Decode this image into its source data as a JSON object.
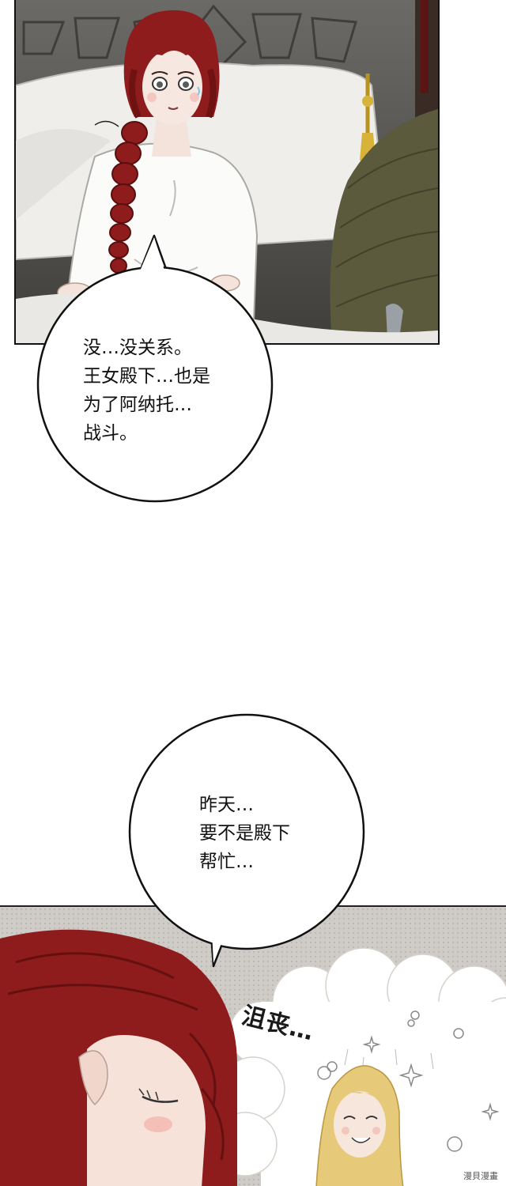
{
  "panel1": {
    "bubble": {
      "lines": [
        "没…没关系。",
        "王女殿下…也是",
        "为了阿纳托…",
        "战斗。"
      ]
    }
  },
  "panel2": {
    "bubble": {
      "lines": [
        "昨天…",
        "要不是殿下",
        "帮忙…"
      ]
    },
    "sfx": "沮丧…"
  },
  "watermark": "漫貝漫畫",
  "colors": {
    "hair_red": "#8e1c1c",
    "hair_blonde": "#e7c97a",
    "hair_olive": "#5b5a3c",
    "wall_gray": "#5a5955",
    "bubble_stroke": "#111111"
  }
}
